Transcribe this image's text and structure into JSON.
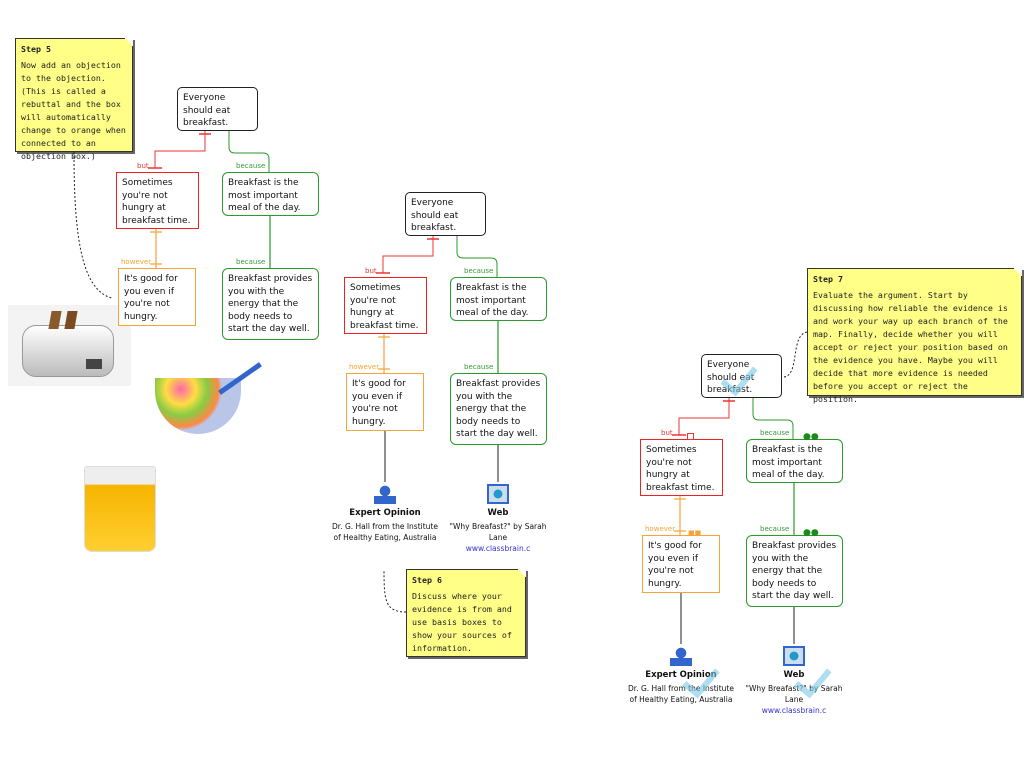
{
  "maps": [
    {
      "claim": "Everyone should eat breakfast.",
      "objection": "Sometimes you're not hungry at breakfast time.",
      "reason": "Breakfast is the most important meal of the day.",
      "rebuttal": "It's good for you even if you're not hungry.",
      "reason2": "Breakfast provides you with the energy that the body needs to start the day well.",
      "but": "but",
      "because": "because",
      "however": "however",
      "because2": "because"
    },
    {
      "claim": "Everyone should eat breakfast.",
      "objection": "Sometimes you're not hungry at breakfast time.",
      "reason": "Breakfast is the most important meal of the day.",
      "rebuttal": "It's good for you even if you're not hungry.",
      "reason2": "Breakfast provides you with the energy that the body needs to start the day well.",
      "but": "but",
      "because": "because",
      "however": "however",
      "because2": "because",
      "expert": {
        "title": "Expert Opinion",
        "text": "Dr. G. Hall from the Institute of Healthy Eating, Australia"
      },
      "web": {
        "title": "Web",
        "text": "\"Why Breafast?\" by Sarah Lane",
        "url": "www.classbrain.c"
      }
    },
    {
      "claim": "Everyone should eat breakfast.",
      "objection": "Sometimes you're not hungry at breakfast time.",
      "reason": "Breakfast is the most important meal of the day.",
      "rebuttal": "It's good for you even if you're not hungry.",
      "reason2": "Breakfast provides you with the energy that the body needs to start the day well.",
      "but": "but",
      "because": "because",
      "however": "however",
      "because2": "because",
      "expert": {
        "title": "Expert Opinion",
        "text": "Dr. G. Hall from the Institute of Healthy Eating, Australia"
      },
      "web": {
        "title": "Web",
        "text": "\"Why Breafast?\" by Sarah Lane",
        "url": "www.classbrain.c"
      }
    }
  ],
  "notes": {
    "step5": {
      "title": "Step 5",
      "text": "Now add an objection to the objection. (This is called a rebuttal and the box will automatically change to orange when connected to an objection box.)"
    },
    "step6": {
      "title": "Step 6",
      "text": "Discuss where your evidence is from and use basis boxes to show your sources of information."
    },
    "step7": {
      "title": "Step 7",
      "text": "Evaluate the argument.  Start by discussing how reliable the evidence is and work your way up each branch of the map. Finally, decide whether you will accept or reject your position based on the evidence you have. Maybe you will decide that more evidence is needed before you accept or reject the position."
    }
  },
  "colors": {
    "objection": "#ee2222",
    "reason": "#2a9a2a",
    "rebuttal": "#f5a43a",
    "note": "#ffff88"
  }
}
